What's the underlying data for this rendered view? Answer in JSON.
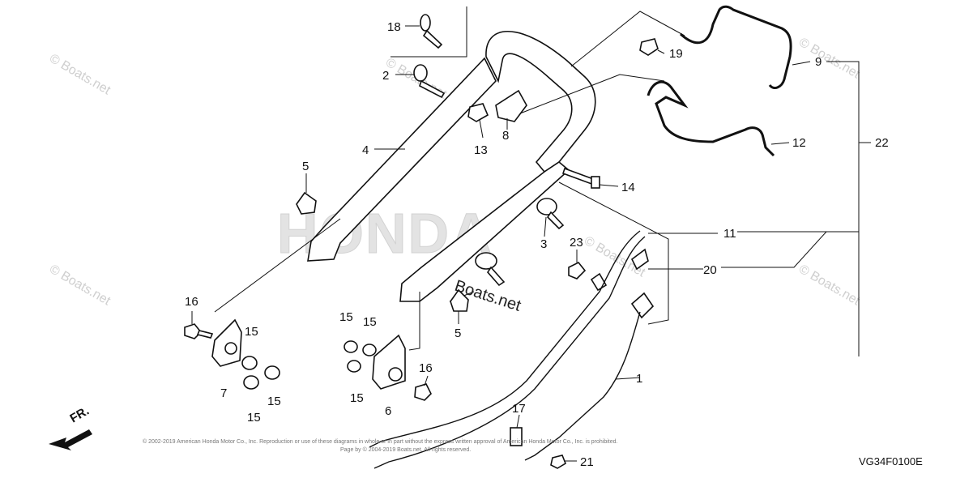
{
  "diagram": {
    "code": "VG34F0100E",
    "direction_label": "FR.",
    "brand_watermark": "HONDA",
    "watermarks": [
      "© Boats.net",
      "© Boats.net",
      "© Boats.net",
      "© Boats.net",
      "© Boats.net",
      "© Boats.net"
    ],
    "center_watermark": "Boats.net",
    "copyright_line1": "© 2002-2019 American Honda Motor Co., Inc. Reproduction or use of these diagrams in whole or in part without the express written approval of American Honda Motor Co., Inc. is prohibited.",
    "copyright_line2": "Page by © 2004-2019 Boats.net. All rights reserved.",
    "callouts": [
      {
        "id": "c1",
        "label": "1"
      },
      {
        "id": "c2",
        "label": "2"
      },
      {
        "id": "c3",
        "label": "3"
      },
      {
        "id": "c4",
        "label": "4"
      },
      {
        "id": "c5a",
        "label": "5"
      },
      {
        "id": "c5b",
        "label": "5"
      },
      {
        "id": "c6",
        "label": "6"
      },
      {
        "id": "c7",
        "label": "7"
      },
      {
        "id": "c8",
        "label": "8"
      },
      {
        "id": "c9",
        "label": "9"
      },
      {
        "id": "c11",
        "label": "11"
      },
      {
        "id": "c12",
        "label": "12"
      },
      {
        "id": "c13",
        "label": "13"
      },
      {
        "id": "c14",
        "label": "14"
      },
      {
        "id": "c15a",
        "label": "15"
      },
      {
        "id": "c15b",
        "label": "15"
      },
      {
        "id": "c15c",
        "label": "15"
      },
      {
        "id": "c15d",
        "label": "15"
      },
      {
        "id": "c15e",
        "label": "15"
      },
      {
        "id": "c15f",
        "label": "15"
      },
      {
        "id": "c16a",
        "label": "16"
      },
      {
        "id": "c16b",
        "label": "16"
      },
      {
        "id": "c17",
        "label": "17"
      },
      {
        "id": "c18",
        "label": "18"
      },
      {
        "id": "c19",
        "label": "19"
      },
      {
        "id": "c20",
        "label": "20"
      },
      {
        "id": "c21",
        "label": "21"
      },
      {
        "id": "c22",
        "label": "22"
      },
      {
        "id": "c23",
        "label": "23"
      }
    ]
  }
}
